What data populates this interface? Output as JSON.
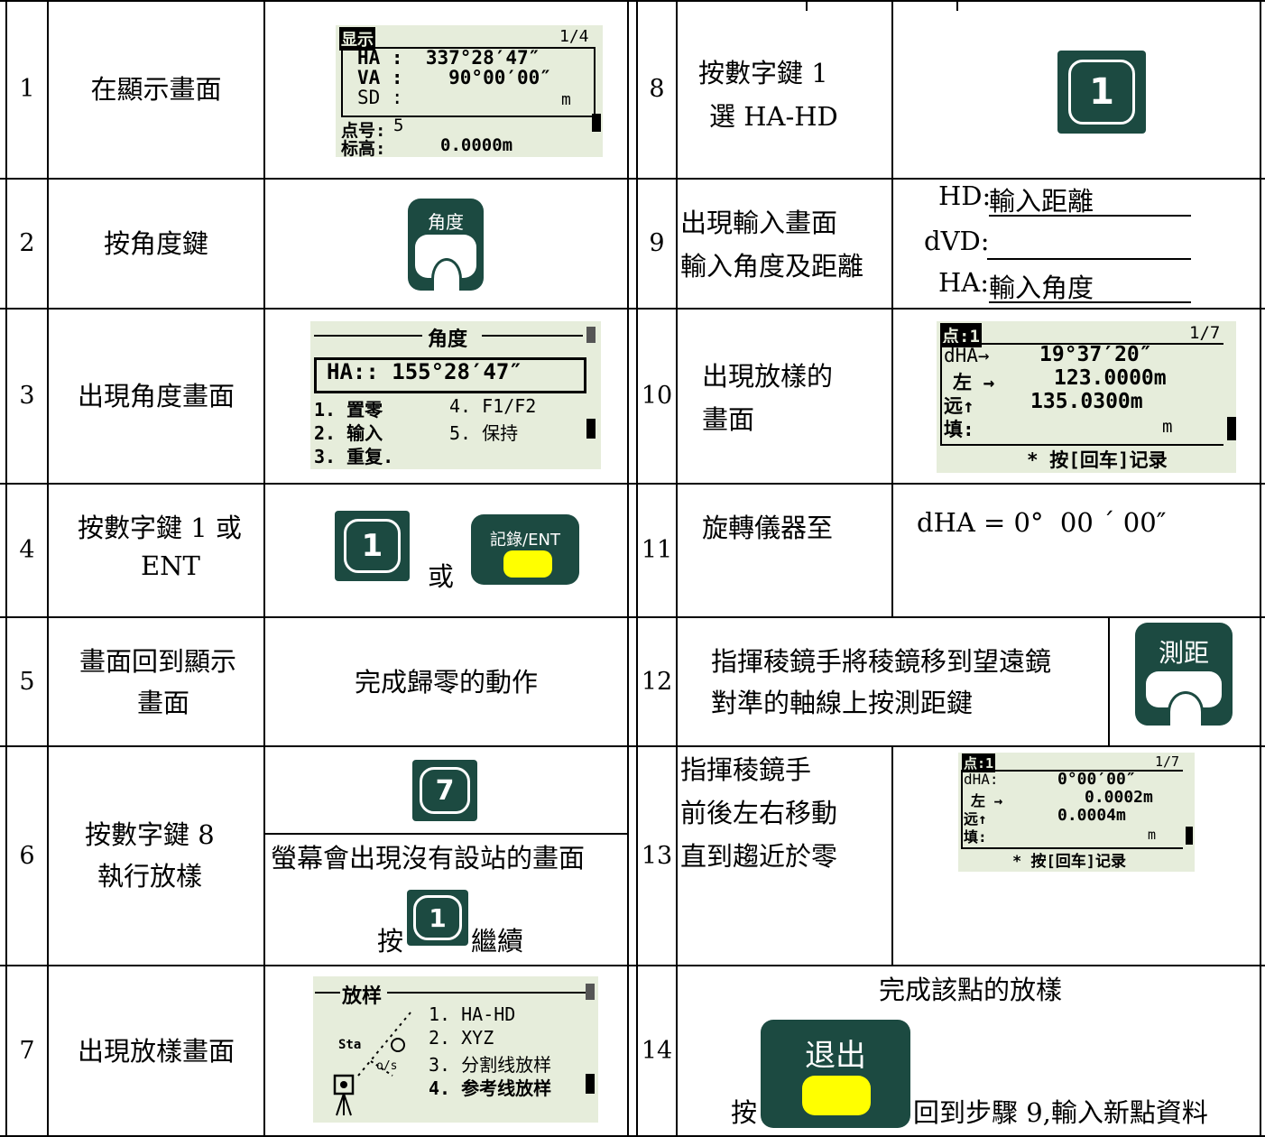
{
  "rows": [
    {
      "n": "1",
      "text": "在顯示畫面"
    },
    {
      "n": "2",
      "text": "按角度鍵"
    },
    {
      "n": "3",
      "text": "出現角度畫面"
    },
    {
      "n": "4",
      "text_l1": "按數字鍵 1 或",
      "text_l2": "ENT"
    },
    {
      "n": "5",
      "text_l1": "畫面回到顯示",
      "text_l2": "畫面",
      "result": "完成歸零的動作"
    },
    {
      "n": "6",
      "text_l1": "按數字鍵 8",
      "text_l2": "執行放樣",
      "note": "螢幕會出現沒有設站的畫面",
      "press": "按",
      "continue": "繼續"
    },
    {
      "n": "7",
      "text": "出現放樣畫面"
    },
    {
      "n": "8",
      "text_l1": "按數字鍵 1",
      "text_l2": "選 HA-HD"
    },
    {
      "n": "9",
      "text_l1": "出現輸入畫面",
      "text_l2": "輸入角度及距離",
      "hd_label": "HD:",
      "hd_value": "輸入距離",
      "dvd_label": "dVD:",
      "ha_label": "HA:",
      "ha_value": "輸入角度"
    },
    {
      "n": "10",
      "text_l1": "出現放樣的",
      "text_l2": "畫面"
    },
    {
      "n": "11",
      "text": "旋轉儀器至",
      "value": "dHA = 0°  00 ´ 00″"
    },
    {
      "n": "12",
      "text_l1": "指揮稜鏡手將稜鏡移到望遠鏡",
      "text_l2": "對準的軸線上按測距鍵"
    },
    {
      "n": "13",
      "text_l1": "指揮稜鏡手",
      "text_l2": "前後左右移動",
      "text_l3": "直到趨近於零"
    },
    {
      "n": "14",
      "text": "完成該點的放樣",
      "press": "按",
      "after": "回到步驟 9,輸入新點資料"
    }
  ],
  "or_text": "或",
  "keys": {
    "digit_one": "1",
    "digit_seven": "7",
    "angle_key": "角度",
    "ent_key": "記錄/ENT",
    "measure_key": "測距",
    "exit_key": "退出"
  },
  "screen1": {
    "title": "显示",
    "page": "1/4",
    "l1": "HA :  337°28′47″",
    "l2": "VA :    90°00′00″",
    "l3": "SD :",
    "unit": "m",
    "pt_label": "点号:",
    "pt_value": "5",
    "h_label": "标高:",
    "h_value": "0.0000m"
  },
  "screen3": {
    "title": "角度",
    "value": "HA:: 155°28′47″",
    "m1": "1. 置零",
    "m2": "2. 输入",
    "m3": "3. 重复.",
    "m4": "4. F1/F2",
    "m5": "5. 保持"
  },
  "screen7": {
    "title": "放样",
    "sta": "Sta",
    "os": "o/s",
    "m1": "1. HA-HD",
    "m2": "2. XYZ",
    "m3": "3. 分割线放样",
    "m4": "4. 参考线放样"
  },
  "screen10": {
    "title": "点:1",
    "page": "1/7",
    "l1a": "dHA→",
    "l1b": "19°37′20″",
    "l2a": "左 →",
    "l2b": "123.0000m",
    "l3a": "远↑",
    "l3b": "135.0300m",
    "l4a": "填:",
    "l4b": "m",
    "footer": "* 按[回车]记录"
  },
  "screen13": {
    "title": "点:1",
    "page": "1/7",
    "l1a": "dHA:",
    "l1b": "0°00′00″",
    "l2a": "左 →",
    "l2b": "0.0002m",
    "l3a": "远↑",
    "l3b": "0.0004m",
    "l4a": "填:",
    "l4b": "m",
    "footer": "* 按[回车]记录"
  }
}
